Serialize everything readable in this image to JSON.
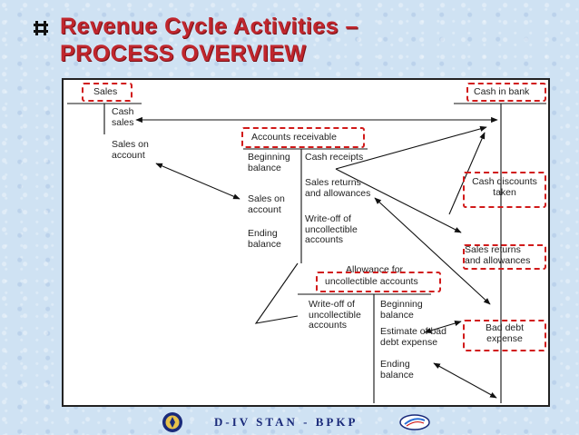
{
  "title": {
    "line1": "Revenue Cycle Activities –",
    "line2": "PROCESS OVERVIEW"
  },
  "bullet_icon": "square-bullet-icon",
  "diagram": {
    "sales": {
      "title": "Sales",
      "cash_sales": "Cash\nsales",
      "sales_on_account": "Sales on\naccount"
    },
    "cash_in_bank": {
      "title": "Cash in bank"
    },
    "accounts_receivable": {
      "title": "Accounts receivable",
      "beginning_balance": "Beginning\nbalance",
      "cash_receipts": "Cash receipts",
      "sales_returns": "Sales returns\nand allowances",
      "sales_on_account": "Sales on\naccount",
      "write_off": "Write-off of\nuncollectible\naccounts",
      "ending_balance": "Ending\nbalance"
    },
    "cash_discounts": {
      "title": "Cash discounts\ntaken"
    },
    "sales_returns_account": {
      "title": "Sales returns\nand allowances"
    },
    "allowance": {
      "title_top": "Allowance for",
      "title": "uncollectible accounts",
      "write_off": "Write-off of\nuncollectible\naccounts",
      "beginning_balance": "Beginning\nbalance",
      "estimate": "Estimate of bad\ndebt expense",
      "ending_balance": "Ending\nbalance"
    },
    "bad_debt": {
      "title": "Bad debt\nexpense"
    },
    "highlight_color": "#d11a1a"
  },
  "footer": {
    "text": "D-IV STAN - BPKP",
    "logo_left": "stan-emblem-icon",
    "logo_right": "bpkp-logo-icon"
  }
}
